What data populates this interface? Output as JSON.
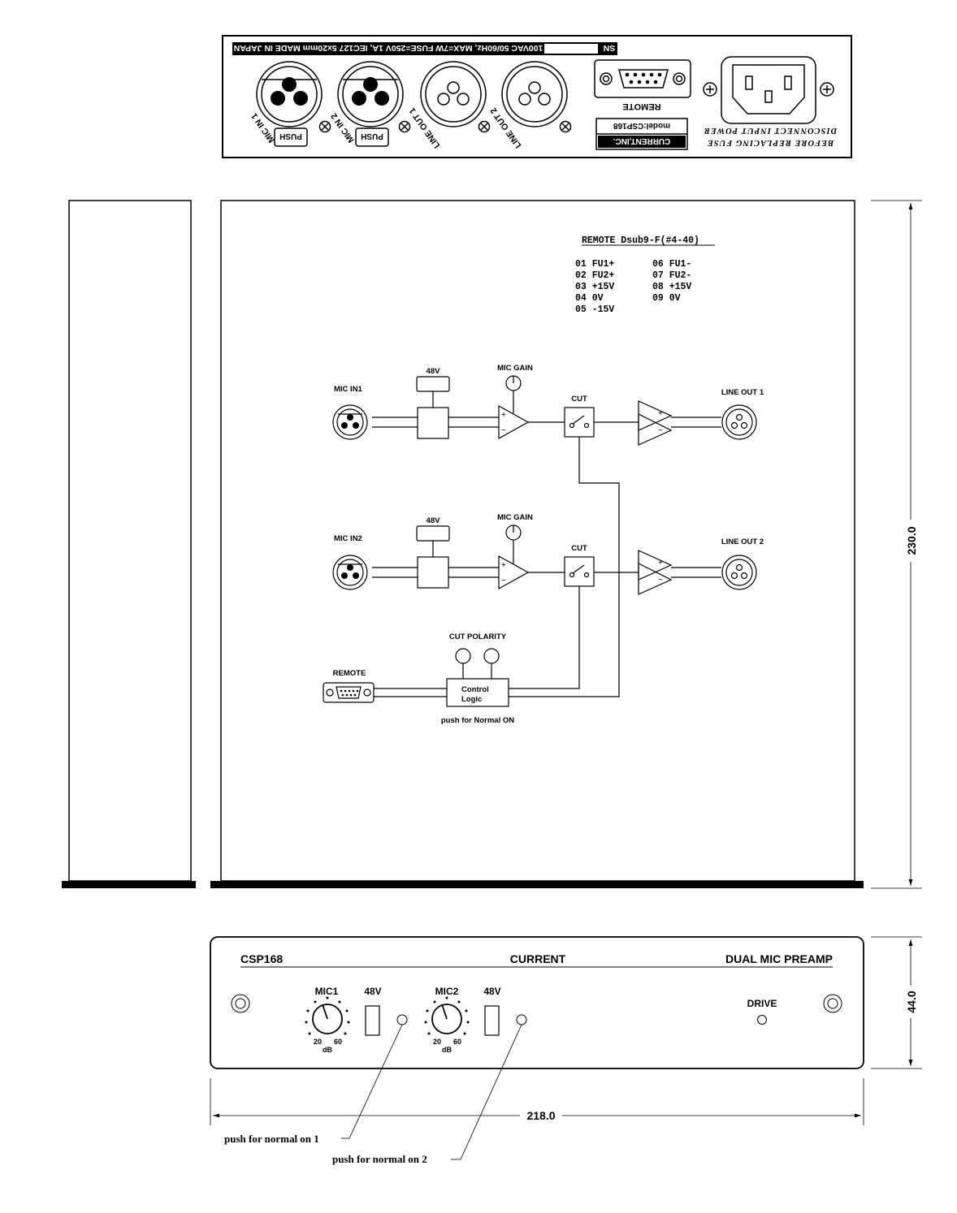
{
  "rear_panel": {
    "info_strip": "100VAC 50/60Hz, MAX=7W FUSE=250V 1A, IEC127 5x20mm  MADE IN JAPAN",
    "sn_label": "SN",
    "mic_in_1": "MIC IN 1",
    "mic_in_2": "MIC IN 2",
    "push_1": "PUSH",
    "push_2": "PUSH",
    "line_out_1": "LINE OUT 1",
    "line_out_2": "LINE OUT 2",
    "remote": "REMOTE",
    "model": "model:CSP168",
    "brand": "CURRENT,INC.",
    "warning_1": "DISCONNECT INPUT POWER",
    "warning_2": "BEFORE REPLACING FUSE"
  },
  "remote_pinout": {
    "title": "REMOTE Dsub9-F(#4-40)",
    "left": [
      "01 FU1+",
      "02 FU2+",
      "03 +15V",
      "04 0V",
      "05 -15V"
    ],
    "right": [
      "06 FU1-",
      "07 FU2-",
      "08 +15V",
      "09 0V"
    ]
  },
  "block_diagram": {
    "mic_in1": "MIC IN1",
    "mic_in2": "MIC IN2",
    "phantom_1": "48V",
    "phantom_2": "48V",
    "mic_gain_1": "MIC GAIN",
    "mic_gain_2": "MIC GAIN",
    "cut_1": "CUT",
    "cut_2": "CUT",
    "line_out_1": "LINE OUT 1",
    "line_out_2": "LINE OUT 2",
    "plus": "+",
    "minus": "−",
    "cut_polarity": "CUT POLARITY",
    "remote": "REMOTE",
    "control_line1": "Control",
    "control_line2": "Logic",
    "push_note": "push for Normal ON"
  },
  "dimensions": {
    "depth": "230.0",
    "height": "44.0",
    "width": "218.0"
  },
  "front_panel": {
    "model": "CSP168",
    "brand": "CURRENT",
    "product": "DUAL MIC PREAMP",
    "mic1": "MIC1",
    "mic2": "MIC2",
    "v48_1": "48V",
    "v48_2": "48V",
    "scale_20": "20",
    "scale_60": "60",
    "db": "dB",
    "drive": "DRIVE"
  },
  "callouts": {
    "note_1": "push for normal on 1",
    "note_2": "push for normal on 2"
  }
}
